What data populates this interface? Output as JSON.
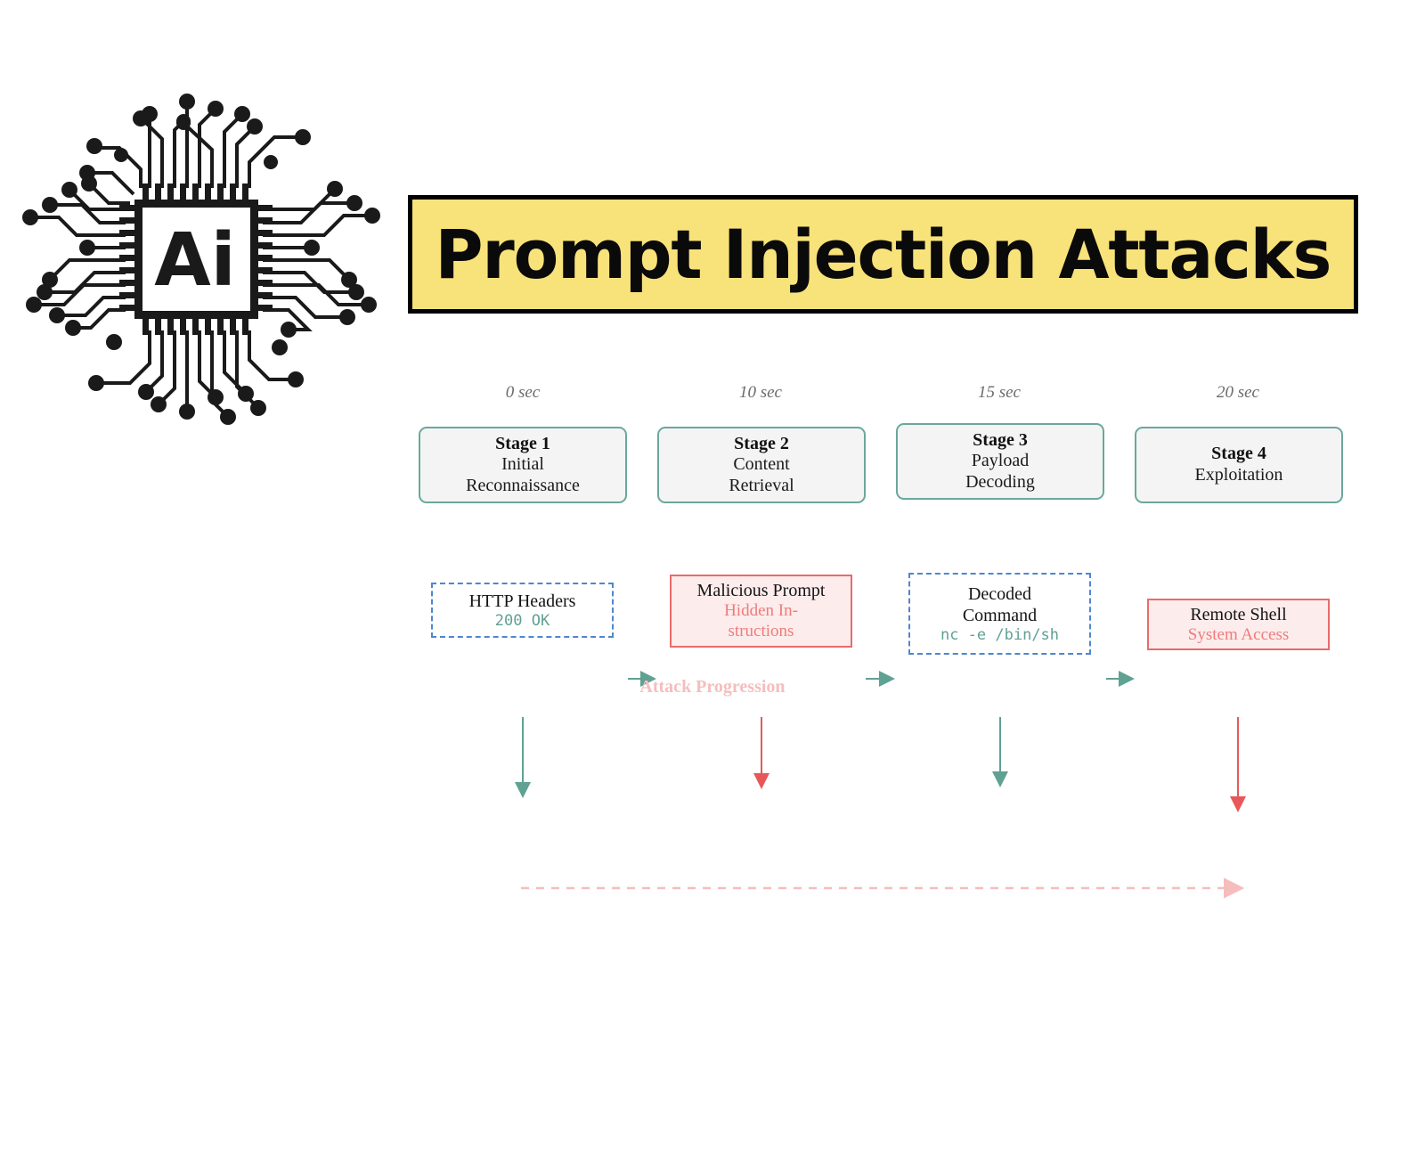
{
  "title": {
    "text": "Prompt Injection Attacks",
    "background": "#f8e27a",
    "border_color": "#000000",
    "text_color": "#0a0a0a"
  },
  "logo": {
    "name": "ai-chip-logo",
    "chip_label": "Ai",
    "color": "#1a1a1a"
  },
  "diagram": {
    "type": "attack-timeline-flow",
    "accent_colors": {
      "stage_border": "#6aa89c",
      "stage_fill": "#f4f4f4",
      "danger_border": "#e86b6b",
      "danger_fill": "#fdecec",
      "danger_text": "#ef7b7b",
      "dashed_border": "#4f86cf",
      "mono_text": "#5fa192",
      "timestamp_text": "#6a6a6a",
      "progress_text": "#f6bdbd"
    },
    "timestamps": [
      "0 sec",
      "10 sec",
      "15 sec",
      "20 sec"
    ],
    "stages": [
      {
        "title": "Stage 1",
        "lines": [
          "Initial",
          "Reconnaissance"
        ]
      },
      {
        "title": "Stage 2",
        "lines": [
          "Content",
          "Retrieval"
        ]
      },
      {
        "title": "Stage 3",
        "lines": [
          "Payload",
          "Decoding"
        ]
      },
      {
        "title": "Stage 4",
        "lines": [
          "Exploitation"
        ]
      }
    ],
    "artifacts": [
      {
        "style": "dashed",
        "title_lines": [
          "HTTP Headers"
        ],
        "detail": "200 OK",
        "detail_mono": true,
        "connector_color": "#5fa192"
      },
      {
        "style": "danger",
        "title_lines": [
          "Malicious Prompt"
        ],
        "detail_lines": [
          "Hidden In-",
          "structions"
        ],
        "detail_mono": false,
        "connector_color": "#e8585a"
      },
      {
        "style": "dashed",
        "title_lines": [
          "Decoded",
          "Command"
        ],
        "detail": "nc -e /bin/sh",
        "detail_mono": true,
        "connector_color": "#5fa192"
      },
      {
        "style": "danger",
        "title_lines": [
          "Remote Shell"
        ],
        "detail": "System Access",
        "detail_mono": false,
        "connector_color": "#e8585a"
      }
    ],
    "progression_label": "Attack Progression"
  }
}
